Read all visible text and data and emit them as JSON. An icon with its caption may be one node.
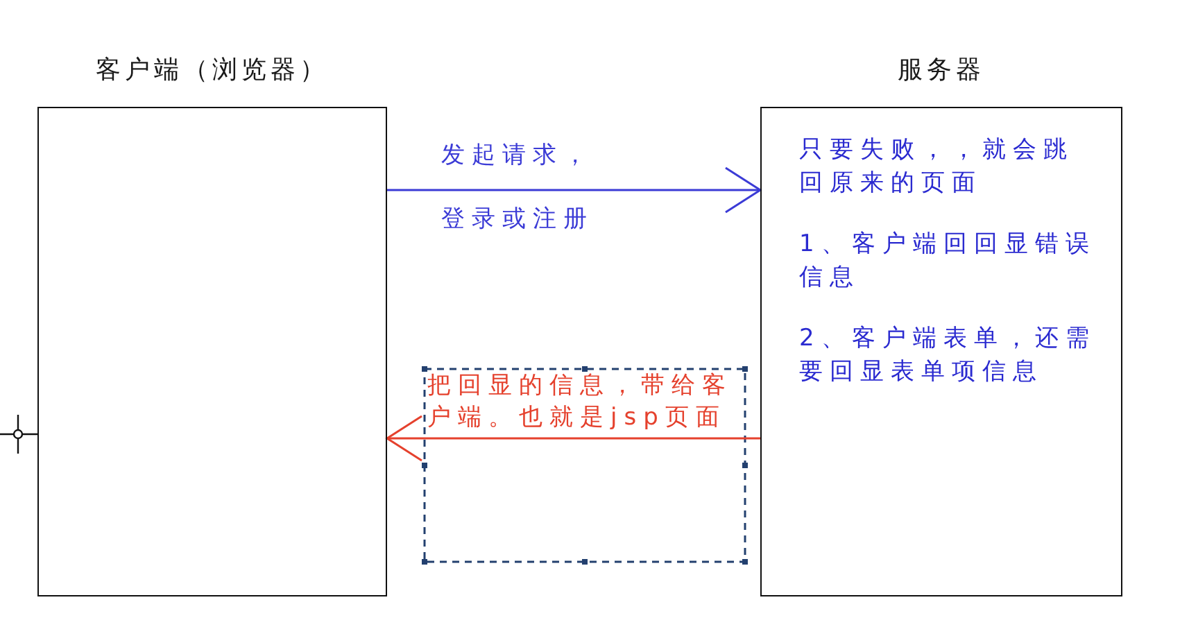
{
  "diagram": {
    "nodes": [
      {
        "text": [
          "客户端（浏览器）"
        ]
      },
      {
        "text": [
          "服务器",
          "只要失败，，就会跳回原来的页面",
          "1、客户端回回显错误信息",
          "2、客户端表单，还需要回显表单项信息"
        ]
      }
    ],
    "edges": [
      {
        "from": 0,
        "to": 1,
        "arrow": "to",
        "label": "发起请求，登录或注册",
        "color": "#3b3bd6"
      },
      {
        "from": 1,
        "to": 0,
        "arrow": "to",
        "label": "把回显的信息，带给客户端。也就是jsp页面",
        "color": "#e5412d"
      }
    ]
  }
}
